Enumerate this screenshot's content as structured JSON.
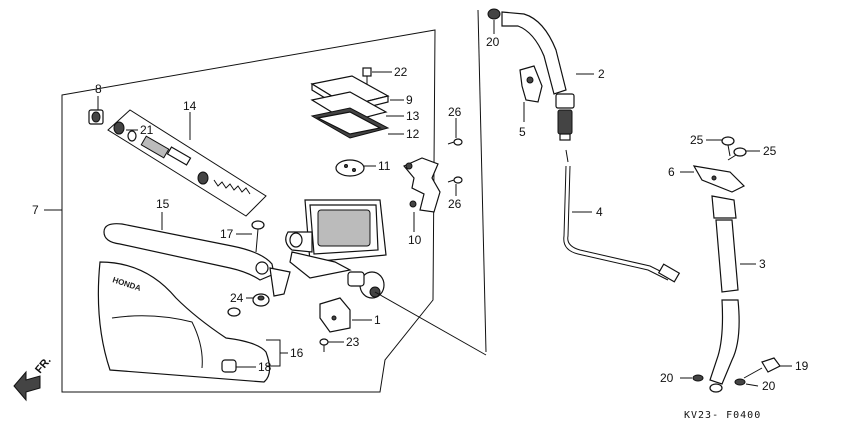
{
  "diagram": {
    "code": "KV23- F0400",
    "front_marker": "FR.",
    "lever_brand": "HONDA",
    "callouts": {
      "c1": "1",
      "c2": "2",
      "c3": "3",
      "c4": "4",
      "c5": "5",
      "c6": "6",
      "c7": "7",
      "c8": "8",
      "c9": "9",
      "c10": "10",
      "c11": "11",
      "c12": "12",
      "c13": "13",
      "c14": "14",
      "c15": "15",
      "c16": "16",
      "c17": "17",
      "c18": "18",
      "c19": "19",
      "c20a": "20",
      "c20b": "20",
      "c20c": "20",
      "c21": "21",
      "c22": "22",
      "c23": "23",
      "c24": "24",
      "c25a": "25",
      "c25b": "25",
      "c26a": "26",
      "c26b": "26"
    }
  }
}
